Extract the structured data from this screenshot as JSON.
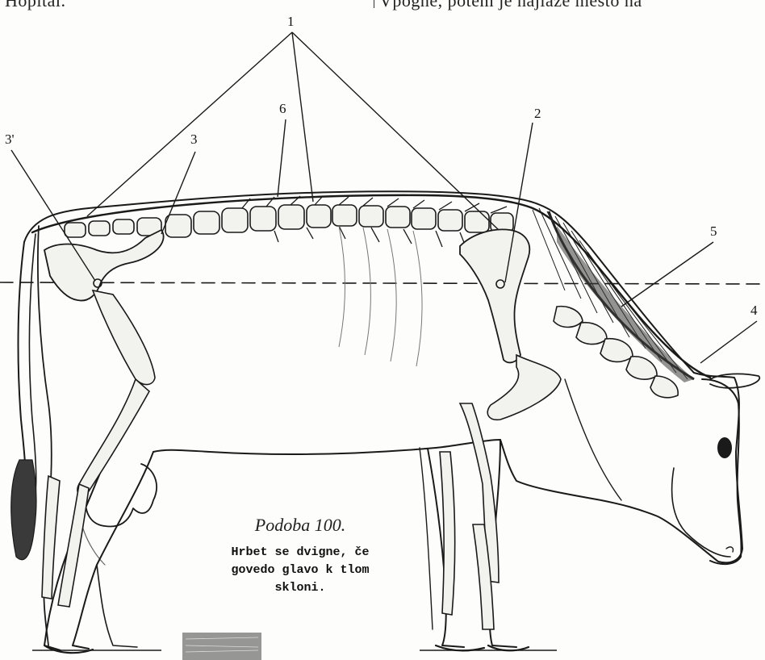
{
  "top_text": {
    "left": "Hopital.",
    "right": "Vpogne, potem je najlaže mesto na"
  },
  "callouts": {
    "c1": "1",
    "c2": "2",
    "c3": "3",
    "c3_prime": "3'",
    "c4": "4",
    "c5": "5",
    "c6": "6"
  },
  "caption": {
    "title": "Podoba 100.",
    "body": "Hrbet se dvigne, če\ngovedo glavo k tlom\nskloni."
  },
  "colors": {
    "ink": "#1a1a1a",
    "paper": "#fdfdfb",
    "shade": "#555555"
  }
}
